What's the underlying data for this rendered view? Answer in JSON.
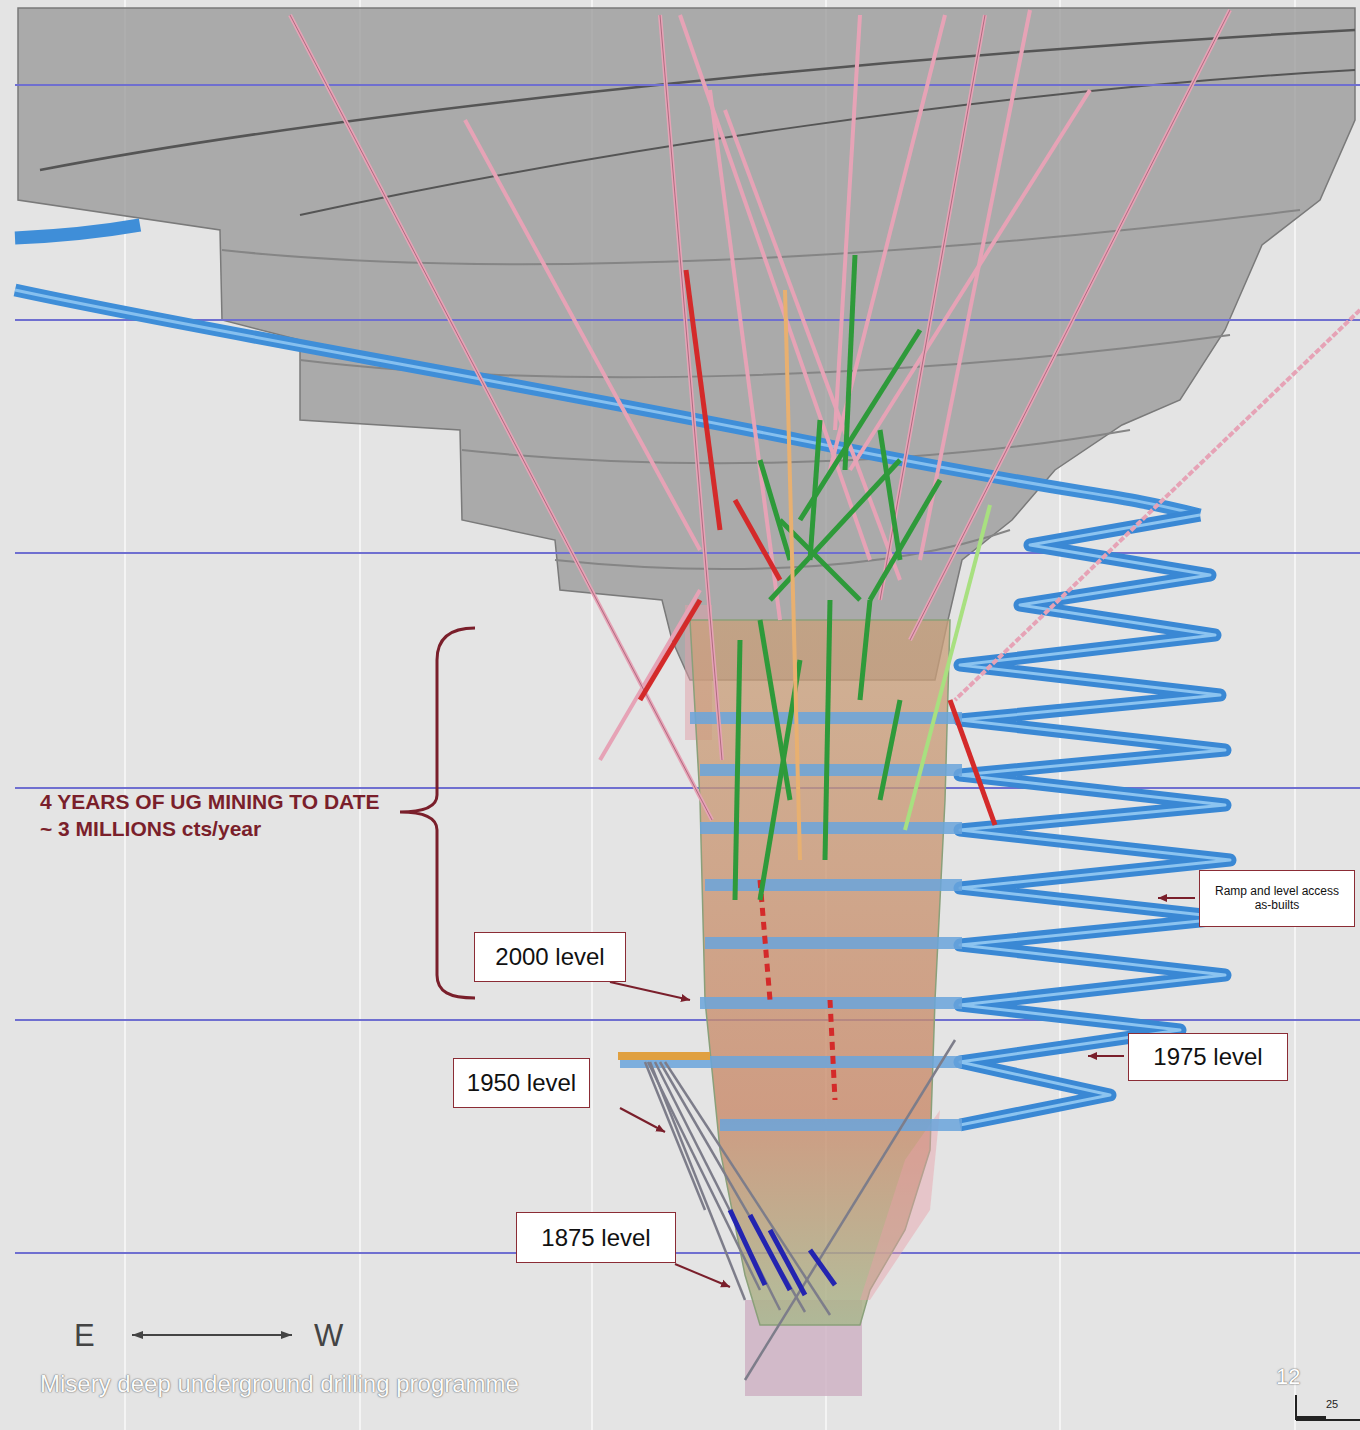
{
  "diagram": {
    "caption": "Misery deep underground drilling programme",
    "nodes": [
      {
        "text": [
          "Ramp and level access as-builts"
        ]
      },
      {
        "text": [
          "2000 level"
        ]
      },
      {
        "text": [
          "1975 level"
        ]
      },
      {
        "text": [
          "1950 level"
        ]
      },
      {
        "text": [
          "1875 level"
        ]
      }
    ],
    "labels": [
      "4 YEARS OF UG MINING TO DATE ~ 3 MILLIONS cts/year",
      "E",
      "W",
      "12",
      "25"
    ]
  }
}
